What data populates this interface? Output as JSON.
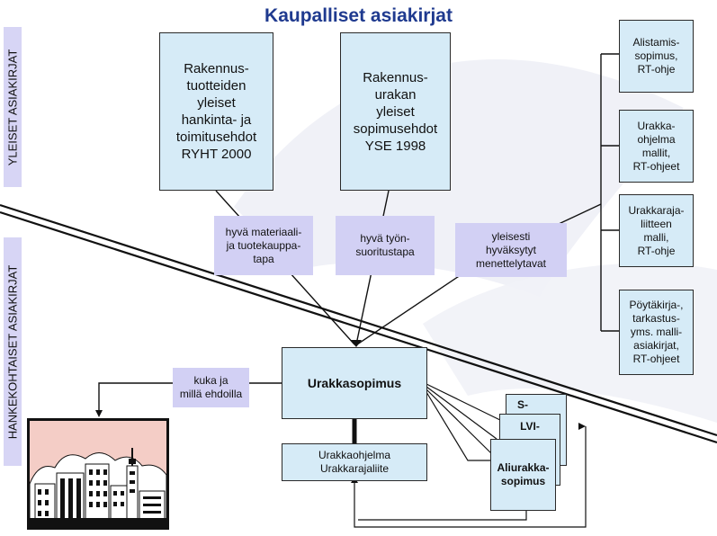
{
  "title": "Kaupalliset asiakirjat",
  "sections": {
    "general": "YLEISET ASIAKIRJAT",
    "project": "HANKEKOHTAISET ASIAKIRJAT"
  },
  "top_boxes": {
    "ryht": "Rakennus-\ntuotteiden\nyleiset\nhankinta- ja\ntoimitusehdot\nRYHT 2000",
    "yse": "Rakennus-\nurakan\nyleiset\nsopimusehdot\nYSE 1998"
  },
  "right_boxes": [
    "Alistamis-\nsopimus,\nRT-ohje",
    "Urakka-\nohjelma\nmallit,\nRT-ohjeet",
    "Urakkaraja-\nliitteen\nmalli,\nRT-ohje",
    "Pöytäkirja-,\ntarkastus-\nyms. malli-\nasiakirjat,\nRT-ohjeet"
  ],
  "labels": {
    "material": "hyvä materiaali-\nja tuotekauppa-\ntapa",
    "work": "hyvä työn-\nsuoritustapa",
    "procedures": "yleisesti\nhyväksytyt\nmenettelytavat",
    "who": "kuka ja\nmillä ehdoilla"
  },
  "contract": "Urakkasopimus",
  "program": "Urakkaohjelma\nUrakkarajaliite",
  "sub_stack": {
    "back": "S-",
    "middle": "LVI-",
    "front": "Aliurakka-\nsopimus"
  }
}
